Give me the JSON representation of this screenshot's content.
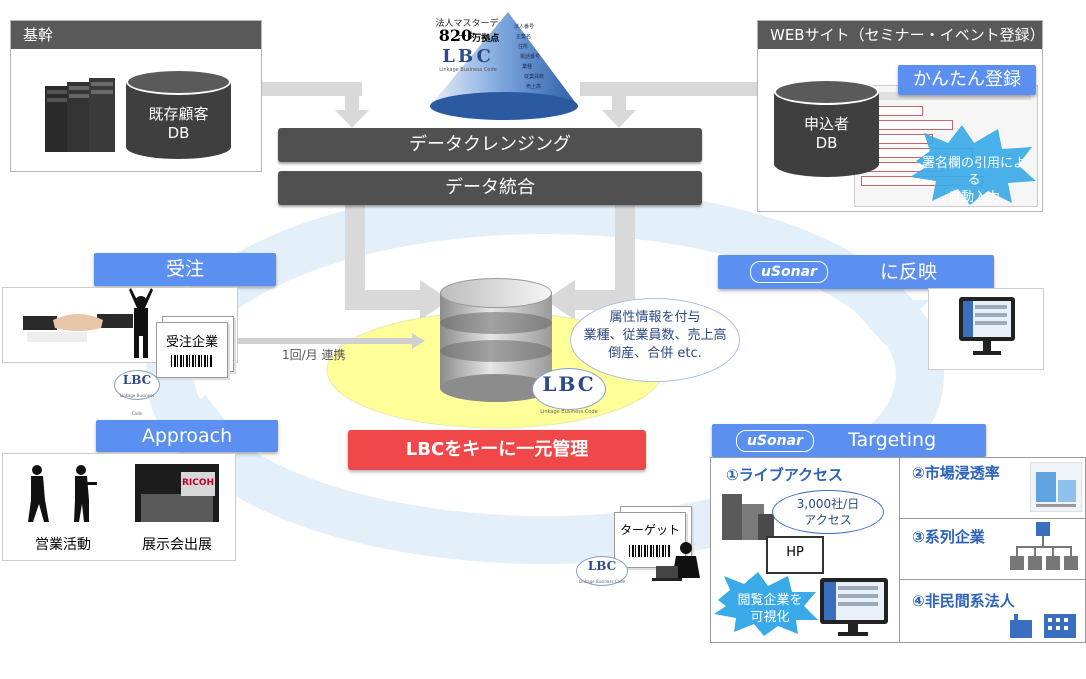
{
  "master_data": {
    "title_line1": "法人マスターデータ",
    "count_number": "820",
    "count_unit": "万拠点",
    "logo": "LBC",
    "logo_sub": "Linkage Business Code"
  },
  "kikan": {
    "title": "基幹",
    "db_line1": "既存顧客",
    "db_line2": "DB"
  },
  "website": {
    "title": "WEBサイト（セミナー・イベント登録）",
    "db_line1": "申込者",
    "db_line2": "DB",
    "easy_reg": "かんたん登録",
    "burst_line1": "署名欄の引用による",
    "burst_line2": "自動入力"
  },
  "process": {
    "cleansing": "データクレンジング",
    "integration": "データ統合"
  },
  "order": {
    "label": "受注",
    "card": "受注企業",
    "link": "1回/月 連携"
  },
  "approach": {
    "label": "Approach",
    "sales": "営業活動",
    "exhibition": "展示会出展",
    "booth_sign": "RICOH"
  },
  "center": {
    "attr_line1": "属性情報を付与",
    "attr_line2": "業種、従業員数、売上高",
    "attr_line3": "倒産、合併 etc.",
    "key_label": "LBCをキーに一元管理"
  },
  "usonar": {
    "logo": "uSonar",
    "reflect": "に反映",
    "targeting": "Targeting"
  },
  "targeting": {
    "target_card": "ターゲット",
    "live_access": "①ライブアクセス",
    "access_line1": "3,000社/日",
    "access_line2": "アクセス",
    "hp": "HP",
    "visual_line1": "閲覧企業を",
    "visual_line2": "可視化",
    "market": "②市場浸透率",
    "group": "③系列企業",
    "nonprivate": "④非民間系法人"
  },
  "colors": {
    "dark_bar": "#505050",
    "blue_label": "#5b8ff0",
    "red_label": "#f04848",
    "targeting_text": "#2c62b8",
    "cycle_arrow": "#dcebf8",
    "highlight": "#ffff99"
  }
}
